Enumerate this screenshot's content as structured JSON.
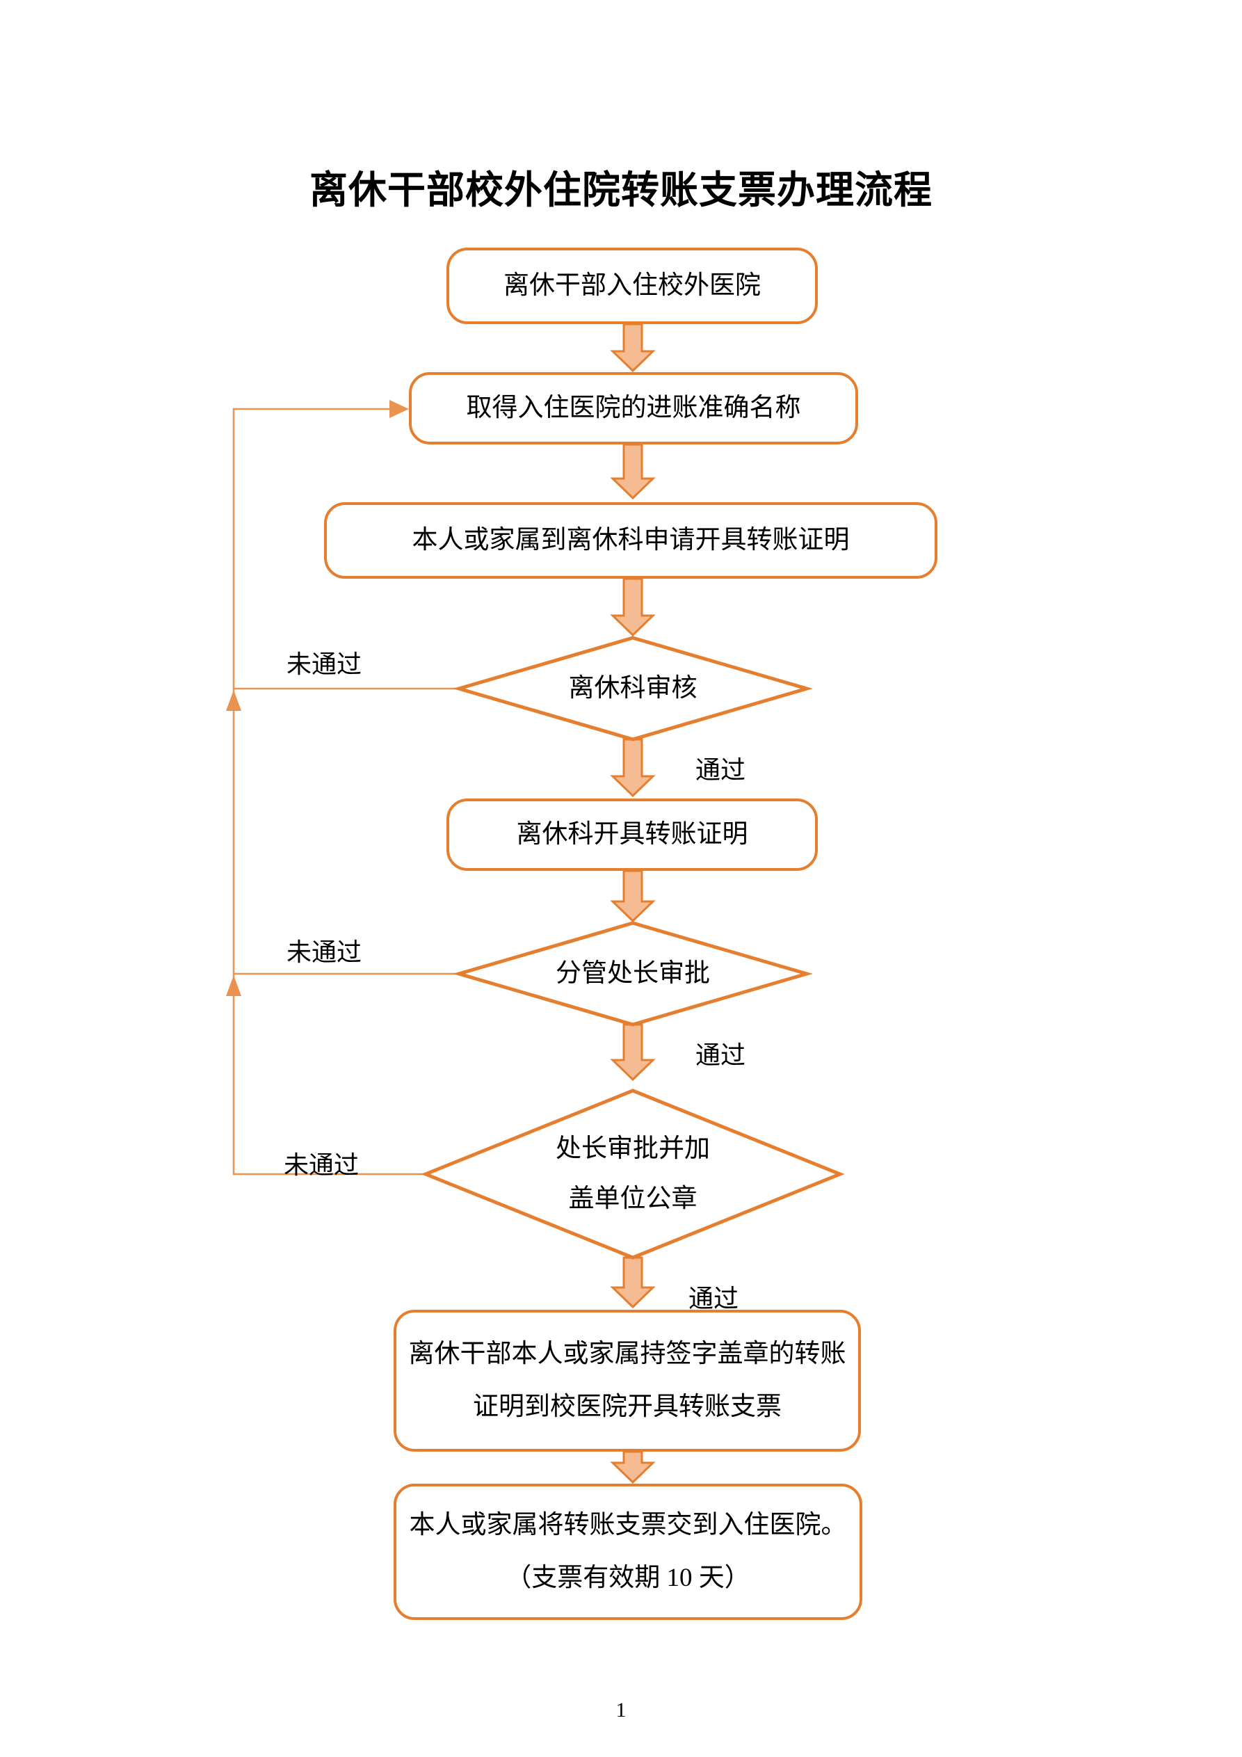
{
  "page": {
    "title": "离休干部校外住院转账支票办理流程",
    "page_number": "1"
  },
  "flowchart": {
    "colors": {
      "border": "#E57E2E",
      "arrowFill": "#F5BC93",
      "connector": "#EA9350"
    },
    "nodes": [
      {
        "id": "admit",
        "type": "process",
        "label": "离休干部入住校外医院"
      },
      {
        "id": "get-account-name",
        "type": "process",
        "label": "取得入住医院的进账准确名称"
      },
      {
        "id": "apply-certificate",
        "type": "process",
        "label": "本人或家属到离休科申请开具转账证明"
      },
      {
        "id": "dept-review",
        "type": "decision",
        "label": "离休科审核"
      },
      {
        "id": "issue-certificate",
        "type": "process",
        "label": "离休科开具转账证明"
      },
      {
        "id": "deputy-director-approval",
        "type": "decision",
        "label": "分管处长审批"
      },
      {
        "id": "director-approval",
        "type": "decision",
        "lines": [
          "处长审批并加",
          "盖单位公章"
        ]
      },
      {
        "id": "get-check",
        "type": "process",
        "lines": [
          "离休干部本人或家属持签字盖章的转账",
          "证明到校医院开具转账支票"
        ]
      },
      {
        "id": "deliver-check",
        "type": "process",
        "lines": [
          "本人或家属将转账支票交到入住医院。",
          "（支票有效期 10 天）"
        ]
      }
    ],
    "edge_labels": {
      "pass": "通过",
      "fail": "未通过"
    }
  }
}
